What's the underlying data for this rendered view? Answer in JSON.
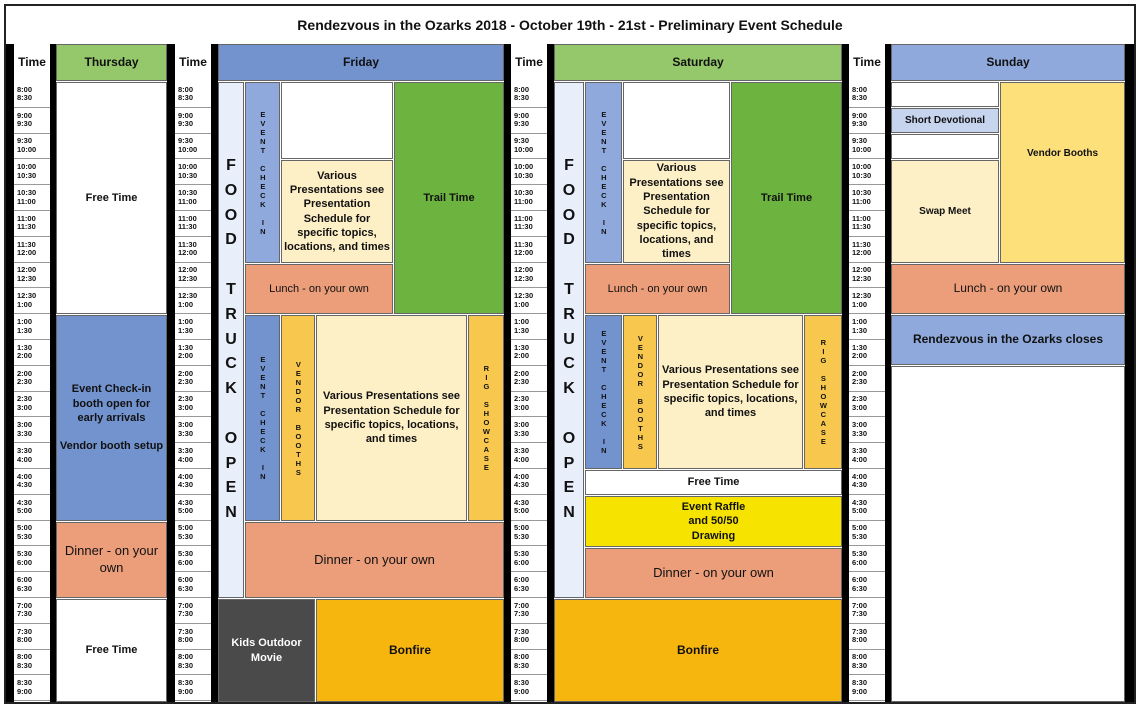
{
  "title": "Rendezvous in the Ozarks 2018 - October 19th - 21st - Preliminary Event Schedule",
  "time_header": "Time",
  "time_slots": [
    [
      "8:00",
      "8:30"
    ],
    [
      "9:00",
      "9:30"
    ],
    [
      "9:30",
      "10:00"
    ],
    [
      "10:00",
      "10:30"
    ],
    [
      "10:30",
      "11:00"
    ],
    [
      "11:00",
      "11:30"
    ],
    [
      "11:30",
      "12:00"
    ],
    [
      "12:00",
      "12:30"
    ],
    [
      "12:30",
      "1:00"
    ],
    [
      "1:00",
      "1:30"
    ],
    [
      "1:30",
      "2:00"
    ],
    [
      "2:00",
      "2:30"
    ],
    [
      "2:30",
      "3:00"
    ],
    [
      "3:00",
      "3:30"
    ],
    [
      "3:30",
      "4:00"
    ],
    [
      "4:00",
      "4:30"
    ],
    [
      "4:30",
      "5:00"
    ],
    [
      "5:00",
      "5:30"
    ],
    [
      "5:30",
      "6:00"
    ],
    [
      "6:00",
      "6:30"
    ],
    [
      "7:00",
      "7:30"
    ],
    [
      "7:30",
      "8:00"
    ],
    [
      "8:00",
      "8:30"
    ],
    [
      "8:30",
      "9:00"
    ]
  ],
  "days": {
    "thursday": {
      "name": "Thursday",
      "free_time_am": "Free Time",
      "checkin": "Event Check-in booth open for early arrivals",
      "vendor_setup": "Vendor booth setup",
      "dinner": "Dinner - on your own",
      "free_time_pm": "Free Time"
    },
    "friday": {
      "name": "Friday",
      "food_truck": [
        "F",
        "O",
        "O",
        "D",
        "",
        "T",
        "R",
        "U",
        "C",
        "K",
        "",
        "O",
        "P",
        "E",
        "N"
      ],
      "event_checkin": "EVENT CHECK IN",
      "presentations_am": "Various Presentations see Presentation Schedule for specific topics, locations, and times",
      "trail_time": "Trail Time",
      "lunch": "Lunch - on your own",
      "vendor_booths": "VENDOR BOOTHS",
      "presentations_pm": "Various Presentations see Presentation Schedule for specific topics, locations, and times",
      "rig_showcase": "RIG SHOWCASE",
      "dinner": "Dinner - on your own",
      "kids_movie": "Kids Outdoor Movie",
      "bonfire": "Bonfire"
    },
    "saturday": {
      "name": "Saturday",
      "food_truck": [
        "F",
        "O",
        "O",
        "D",
        "",
        "T",
        "R",
        "U",
        "C",
        "K",
        "",
        "O",
        "P",
        "E",
        "N"
      ],
      "event_checkin": "EVENT CHECK IN",
      "presentations_am": "Various Presentations see Presentation Schedule for specific topics, locations, and times",
      "trail_time": "Trail Time",
      "lunch": "Lunch - on your own",
      "vendor_booths": "VENDOR BOOTHS",
      "presentations_pm": "Various Presentations see Presentation Schedule for specific topics, locations, and times",
      "rig_showcase": "RIG SHOWCASE",
      "free_time": "Free Time",
      "raffle": "Event Raffle and 50/50 Drawing",
      "dinner": "Dinner - on your own",
      "bonfire": "Bonfire"
    },
    "sunday": {
      "name": "Sunday",
      "devotional": "Short Devotional",
      "vendor_booths": "Vendor Booths",
      "swap_meet": "Swap Meet",
      "lunch": "Lunch - on your own",
      "closes": "Rendezvous in the Ozarks closes"
    }
  }
}
